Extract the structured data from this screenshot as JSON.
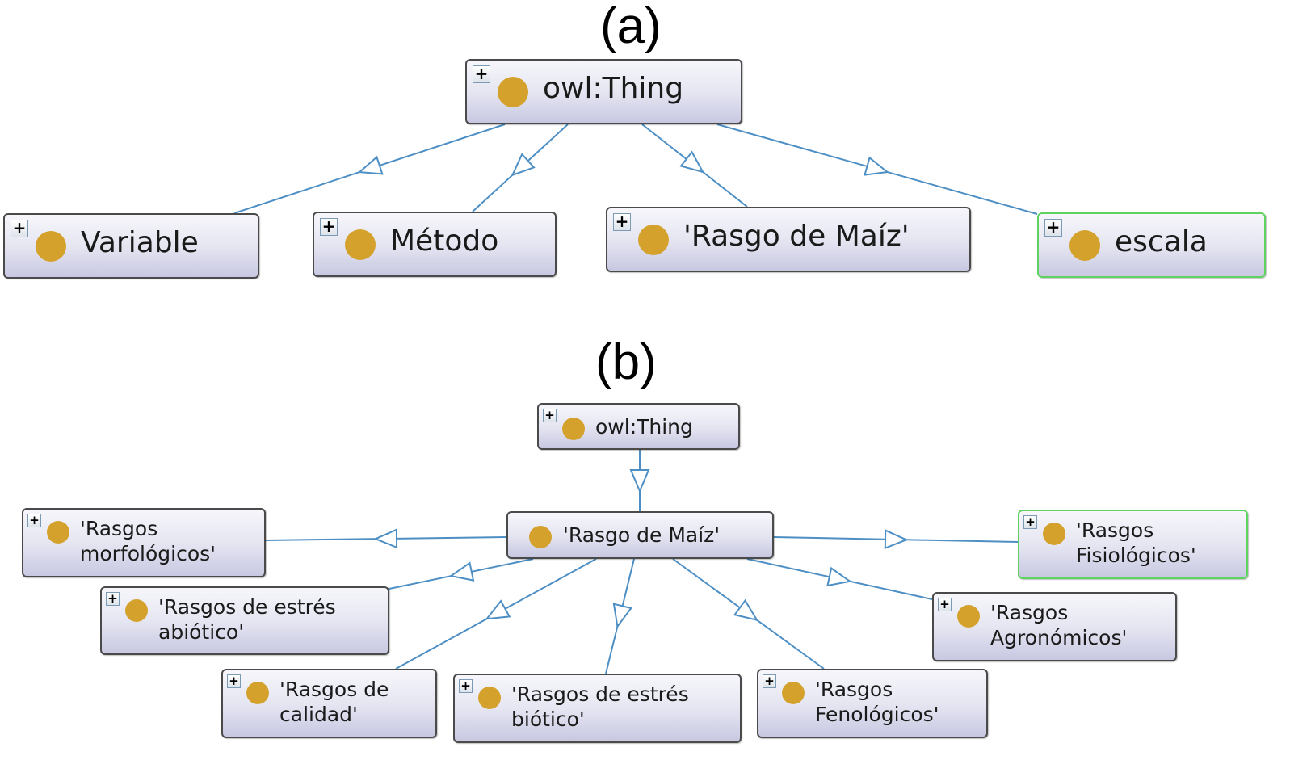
{
  "panels": {
    "a": {
      "label": "(a)",
      "root": {
        "label": "owl:Thing",
        "expandable": true
      },
      "children": [
        {
          "label": "Variable",
          "expandable": true,
          "selected": false
        },
        {
          "label": "Método",
          "expandable": true,
          "selected": false
        },
        {
          "label": "'Rasgo de Maíz'",
          "expandable": true,
          "selected": false
        },
        {
          "label": "escala",
          "expandable": true,
          "selected": true
        }
      ]
    },
    "b": {
      "label": "(b)",
      "root": {
        "label": "owl:Thing",
        "expandable": true
      },
      "center": {
        "label": "'Rasgo de Maíz'",
        "expandable": false
      },
      "children": [
        {
          "label": "'Rasgos\nmorfológicos'",
          "expandable": true,
          "selected": false
        },
        {
          "label": "'Rasgos de estrés\nabiótico'",
          "expandable": true,
          "selected": false
        },
        {
          "label": "'Rasgos de\ncalidad'",
          "expandable": true,
          "selected": false
        },
        {
          "label": "'Rasgos de estrés\nbiótico'",
          "expandable": true,
          "selected": false
        },
        {
          "label": "'Rasgos\nFenológicos'",
          "expandable": true,
          "selected": false
        },
        {
          "label": "'Rasgos\nAgronómicos'",
          "expandable": true,
          "selected": false
        },
        {
          "label": "'Rasgos\nFisiológicos'",
          "expandable": true,
          "selected": true
        }
      ]
    }
  },
  "icons": {
    "expand": "+",
    "class_icon": "filled-circle"
  },
  "colors": {
    "class_dot": "#d4a22c",
    "edge": "#4d8fc4",
    "node_border": "#4a4a4a",
    "selected_border": "#5fd35f"
  }
}
